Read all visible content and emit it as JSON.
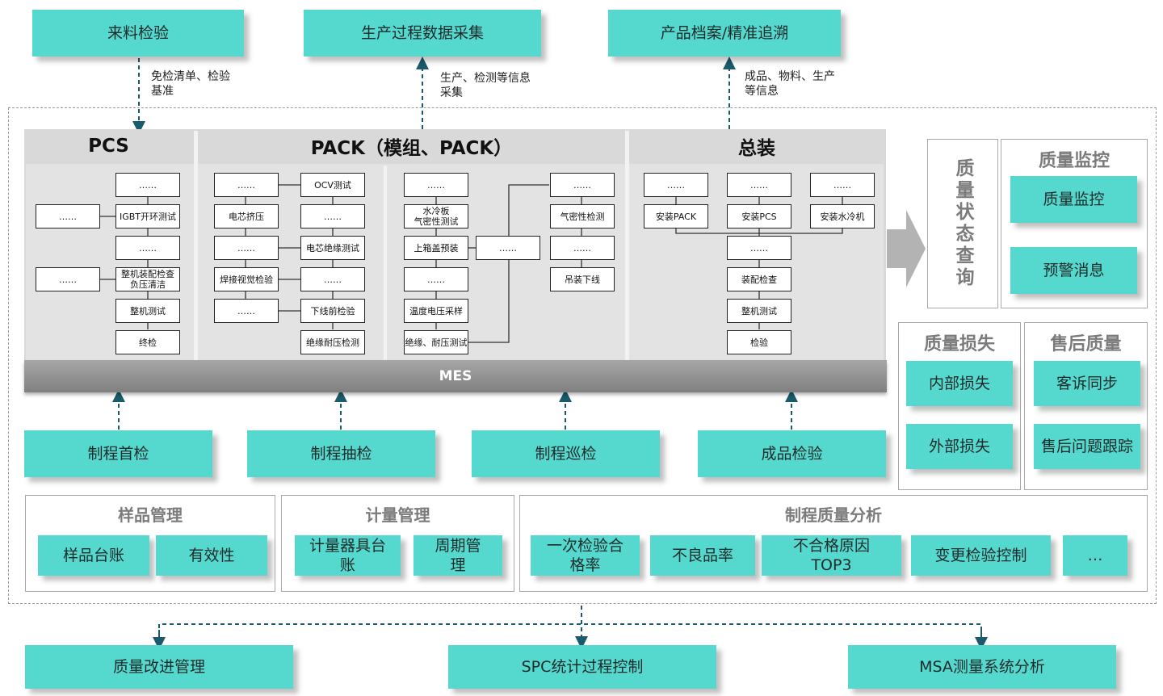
{
  "top": {
    "incoming": "来料检验",
    "incoming_note": "免检清单、检验基准",
    "collect": "生产过程数据采集",
    "collect_note": "生产、检测等信息采集",
    "archive": "产品档案/精准追溯",
    "archive_note": "成品、物料、生产等信息"
  },
  "sections": {
    "pcs": "PCS",
    "pack": "PACK（模组、PACK）",
    "final": "总装"
  },
  "pcs": {
    "left1": "……",
    "left2": "……",
    "steps": [
      "……",
      "IGBT开环测试",
      "……",
      "整机装配检查\n负压清洁",
      "整机测试",
      "终检"
    ]
  },
  "pack1": {
    "left": [
      "……",
      "电芯挤压",
      "……",
      "焊接视觉检验",
      "……"
    ],
    "right": [
      "OCV测试",
      "……",
      "电芯绝缘测试",
      "……",
      "下线前检验",
      "绝缘耐压检测"
    ]
  },
  "pack2": {
    "left": [
      "……",
      "水冷板\n气密性测试",
      "上箱盖预装",
      "……",
      "温度电压采样",
      "绝缘、耐压测试"
    ],
    "side": "……",
    "right": [
      "……",
      "气密性检测",
      "……",
      "吊装下线"
    ]
  },
  "final": {
    "col1": [
      "……",
      "安装PACK"
    ],
    "col2": [
      "……",
      "安装PCS",
      "……",
      "装配检查",
      "整机测试",
      "检验"
    ],
    "col3": [
      "……",
      "安装水冷机"
    ]
  },
  "mes": "MES",
  "bottom_inspect": [
    "制程首检",
    "制程抽检",
    "制程巡检",
    "成品检验"
  ],
  "quality_query": "质量状态查询",
  "monitor": {
    "title": "质量监控",
    "items": [
      "质量监控",
      "预警消息"
    ]
  },
  "loss": {
    "title": "质量损失",
    "items": [
      "内部损失",
      "外部损失"
    ]
  },
  "aftersale": {
    "title": "售后质量",
    "items": [
      "客诉同步",
      "售后问题跟踪"
    ]
  },
  "sample": {
    "title": "样品管理",
    "items": [
      "样品台账",
      "有效性"
    ]
  },
  "metrology": {
    "title": "计量管理",
    "items": [
      "计量器具台账",
      "周期管理"
    ]
  },
  "process_analysis": {
    "title": "制程质量分析",
    "items": [
      "一次检验合格率",
      "不良品率",
      "不合格原因TOP3",
      "变更检验控制",
      "…"
    ]
  },
  "footer": [
    "质量改进管理",
    "SPC统计过程控制",
    "MSA测量系统分析"
  ],
  "colors": {
    "teal": "#55d8cd",
    "grey": "#d9d9d9",
    "mes": "#8c8c8c"
  }
}
